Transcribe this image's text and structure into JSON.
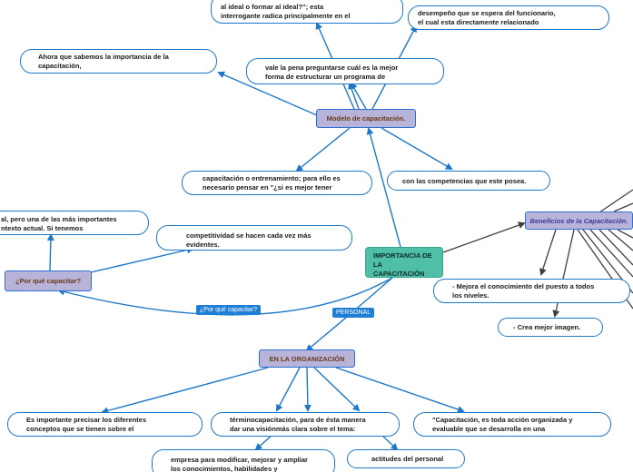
{
  "colors": {
    "line_blue": "#1e78c8",
    "line_dark": "#404040",
    "central": "#4fbfa7",
    "hub": "#b7b3d9",
    "tag": "#1f7fd6"
  },
  "central": {
    "label": "IMPORTANCIA DE\nLA CAPACITACIÓN"
  },
  "hubs": {
    "modelo": "Modelo de capacitación.",
    "beneficios": "Beneficios de la Capacitación.",
    "porque": "¿Por qué capacitar?",
    "organizacion": "EN LA ORGANIZACIÓN"
  },
  "tags": {
    "porque": "¿Por qué capacitar?",
    "personal": "PERSONAL"
  },
  "nodes": {
    "top_ideal": "al ideal o formar al ideal?\"; esta\ninterrogante radica principalmente en el",
    "top_desempeno": "desempeño que se espera del funcionario,\nel cual esta directamente relacionado",
    "ahora": "Ahora que sabemos la importancia de la\ncapacitación,",
    "vale_pena": "vale la pena preguntarse cuál es la mejor\nforma de estructurar un programa de",
    "capacitacion_entrenamiento": "capacitación o entrenamiento; para ello es\nnecesario pensar en \"¿si es mejor tener",
    "competencias": "con las competencias que este posea.",
    "left_top": "al, pero una de las más importantes\nntexto actual. Si tenemos",
    "competitividad": "competitividad se hacen cada vez más\nevidentes.",
    "mejora": "- Mejora el conocimiento del puesto a todos\nlos niveles.",
    "imagen": "- Crea mejor imagen.",
    "precisar": "Es importante precisar los diferentes\nconceptos que se tienen sobre el",
    "termino": "términocapacitación, para de ésta manera\ndar una visiónmás clara sobre el tema:",
    "definicion": "\"Capacitación, es toda acción organizada y\nevaluable que se desarrolla en una",
    "empresa": "empresa para modificar, mejorar y ampliar\nlos conocimientos, habilidades y",
    "actitudes": "actitudes del personal"
  }
}
